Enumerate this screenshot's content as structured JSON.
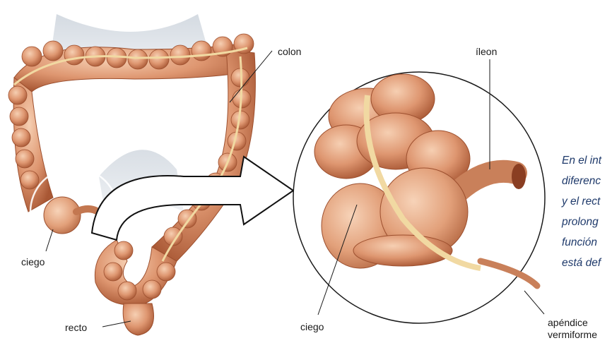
{
  "labels": {
    "colon": "colon",
    "ileon": "íleon",
    "ciego_left": "ciego",
    "ciego_right": "ciego",
    "recto": "recto",
    "apendice_line1": "apéndice",
    "apendice_line2": "vermiforme"
  },
  "caption_lines": [
    "En el int",
    "diferenc",
    "y el rect",
    "prolong",
    "función",
    "está def"
  ],
  "colors": {
    "tissue": "#e09a72",
    "tissue_dark": "#b8653f",
    "tissue_light": "#f3c7a8",
    "band": "#f1d9a2",
    "mesentery": "#dfe4ea",
    "caption_text": "#1f3a6b",
    "arrow_fill": "#ffffff",
    "arrow_stroke": "#111111"
  }
}
